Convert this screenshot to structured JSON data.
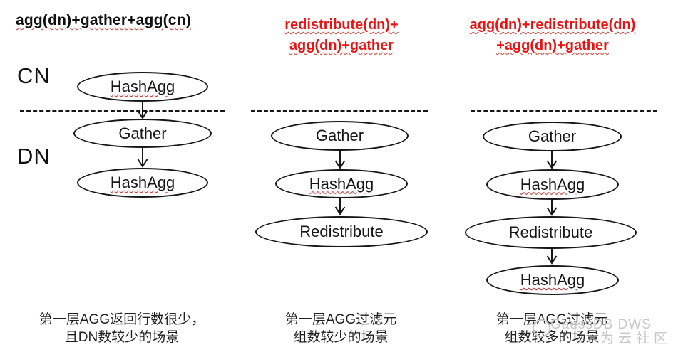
{
  "palette": {
    "background": "#ffffff",
    "header_black": "#111111",
    "header_red": "#ee1111",
    "wavy_underline_red": "#cc2222",
    "diagram_stroke": "#161616",
    "watermark_grey": "#c8c8c8"
  },
  "labels": {
    "cn": "CN",
    "dn": "DN"
  },
  "columns": [
    {
      "header_lines": [
        "agg(dn)+gather+agg(cn)"
      ],
      "nodes": [
        "HashAgg",
        "Gather",
        "HashAgg"
      ],
      "caption_lines": [
        "第一层AGG返回行数很少，",
        "且DN数较少的场景"
      ]
    },
    {
      "header_lines": [
        "redistribute(dn)+",
        "agg(dn)+gather"
      ],
      "nodes": [
        "Gather",
        "HashAgg",
        "Redistribute"
      ],
      "caption_lines": [
        "第一层AGG过滤元",
        "组数较少的场景"
      ]
    },
    {
      "header_lines": [
        "agg(dn)+redistribute(dn)",
        "+agg(dn)+gather"
      ],
      "nodes": [
        "Gather",
        "HashAgg",
        "Redistribute",
        "HashAgg"
      ],
      "caption_lines": [
        "第一层AGG过滤元",
        "组数较多的场景"
      ]
    }
  ],
  "watermark": {
    "line1": "GaussDB DWS",
    "line2": "为云社区"
  }
}
